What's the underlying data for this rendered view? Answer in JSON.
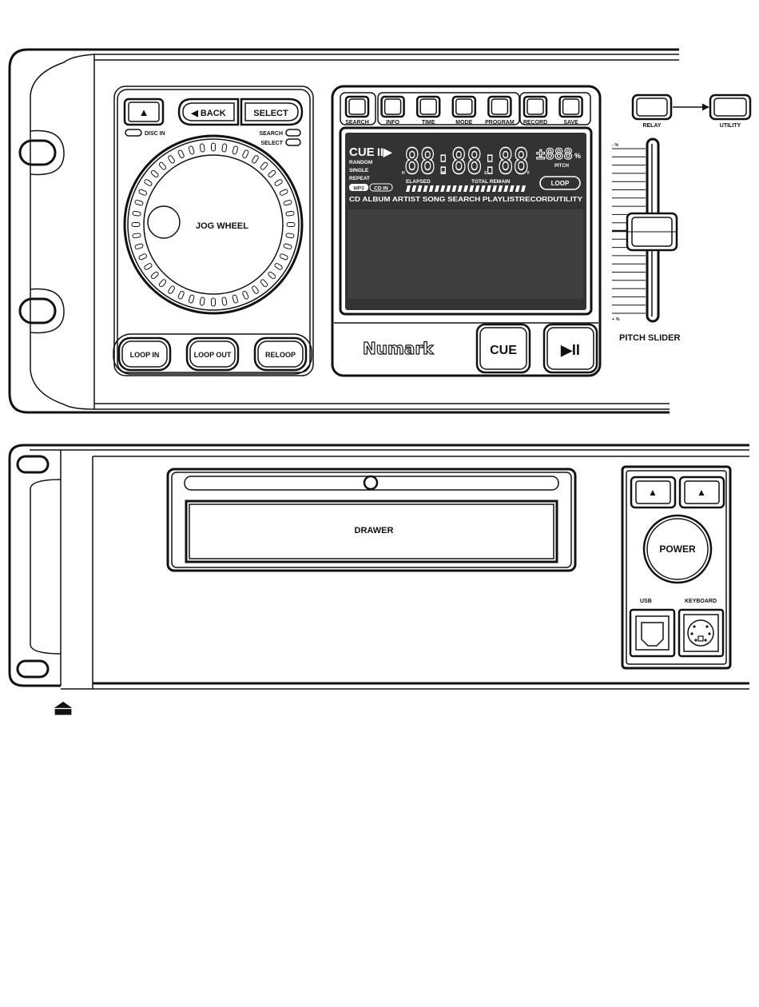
{
  "top_unit": {
    "jog": {
      "eject_symbol": "▲",
      "back_label": "◀ BACK",
      "select_label": "SELECT",
      "disc_in_label": "DISC IN",
      "search_led_label": "SEARCH",
      "select_led_label": "SELECT",
      "wheel_label": "JOG WHEEL",
      "loop_in_label": "LOOP IN",
      "loop_out_label": "LOOP OUT",
      "reloop_label": "RELOOP"
    },
    "display": {
      "buttons": [
        "SEARCH",
        "INFO",
        "TIME",
        "MODE",
        "PROGRAM",
        "RECORD",
        "SAVE"
      ],
      "cue_indicator": "CUE",
      "modes": [
        "RANDOM",
        "SINGLE",
        "REPEAT"
      ],
      "time_digits": "88:88:88",
      "time_marks": [
        "H",
        "M",
        "S",
        "F"
      ],
      "pitch_digits": "±888",
      "pitch_unit": "%",
      "pitch_label": "PITCH",
      "mp3_badge": "MP3",
      "cdin_badge": "CD IN",
      "elapsed_label": "ELAPSED",
      "total_remain_label": "TOTAL REMAIN",
      "loop_badge": "LOOP",
      "category_row": "CD ALBUM ARTIST SONG SEARCH PLAYLISTRECORDUTILITY",
      "brand": "Numark",
      "cue_button": "CUE",
      "play_pause_button": "▶II"
    },
    "relay_label": "RELAY",
    "utility_label": "UTILITY",
    "pitch": {
      "minus_label": "- %",
      "plus_label": "+ %",
      "slider_label": "PITCH SLIDER"
    }
  },
  "bottom_unit": {
    "drawer_label": "DRAWER",
    "eject_symbol": "▲",
    "power_label": "POWER",
    "usb_label": "USB",
    "keyboard_label": "KEYBOARD"
  },
  "footnote_symbol": "⏏"
}
